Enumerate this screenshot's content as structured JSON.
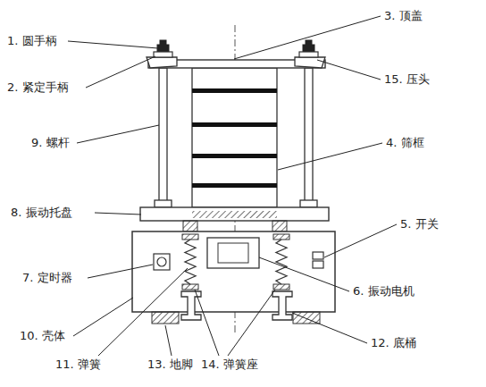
{
  "diagram": {
    "labels": [
      "1. 圆手柄",
      "3. 顶盖",
      "15. 压头",
      "2. 紧定手柄",
      "9. 螺杆",
      "4. 筛框",
      "8. 振动托盘",
      "5. 开关",
      "7. 定时器",
      "6. 振动电机",
      "10. 壳体",
      "12. 底桶",
      "14. 弹簧座",
      "11. 弹簧",
      "13. 地脚"
    ]
  }
}
